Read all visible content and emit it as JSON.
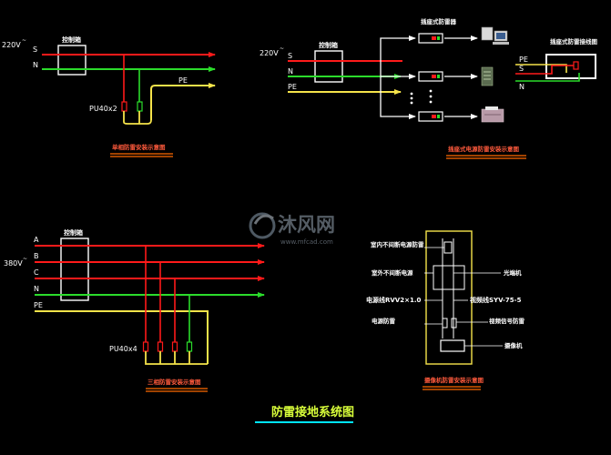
{
  "diagram1": {
    "voltage": "220V",
    "tilde": "~",
    "labels": {
      "s": "S",
      "n": "N",
      "pe": "PE",
      "box": "控制箱",
      "device": "PU40x2"
    },
    "caption": "单相防雷安装示意图"
  },
  "diagram2": {
    "voltage": "220V",
    "tilde": "~",
    "labels": {
      "s": "S",
      "n": "N",
      "pe": "PE",
      "box": "控制箱",
      "protector": "插座式防雷器",
      "socket_title": "插座式防雷接线图",
      "socket_pe": "PE",
      "socket_s": "S",
      "socket_n": "N"
    },
    "caption": "插座式电源防雷安装示意图"
  },
  "diagram3": {
    "voltage": "380V",
    "tilde": "~",
    "labels": {
      "a": "A",
      "b": "B",
      "c": "C",
      "n": "N",
      "pe": "PE",
      "box": "控制箱",
      "device": "PU40x4"
    },
    "caption": "三相防雷安装示意图"
  },
  "diagram4": {
    "left_labels": [
      "室内不间断电源防雷",
      "室外不间断电源",
      "电源线RVV2×1.0",
      "电源防雷"
    ],
    "right_labels": [
      "光端机",
      "视频线SYV-75-5",
      "视频信号防雷",
      "摄像机"
    ],
    "caption": "摄像机防雷安装示意图"
  },
  "watermark": {
    "brand": "沐风网",
    "url": "www.mfcad.com"
  },
  "main_title": "防雷接地系统图",
  "colors": {
    "background": "#000000",
    "red": "#ff1a1a",
    "green": "#2bdc2b",
    "yellow": "#f5e34a",
    "white": "#ffffff",
    "caption": "#ff5a3c",
    "underline": "#ff6a00",
    "main_title": "#d9ff3a",
    "main_underline": "#00e5ff"
  }
}
